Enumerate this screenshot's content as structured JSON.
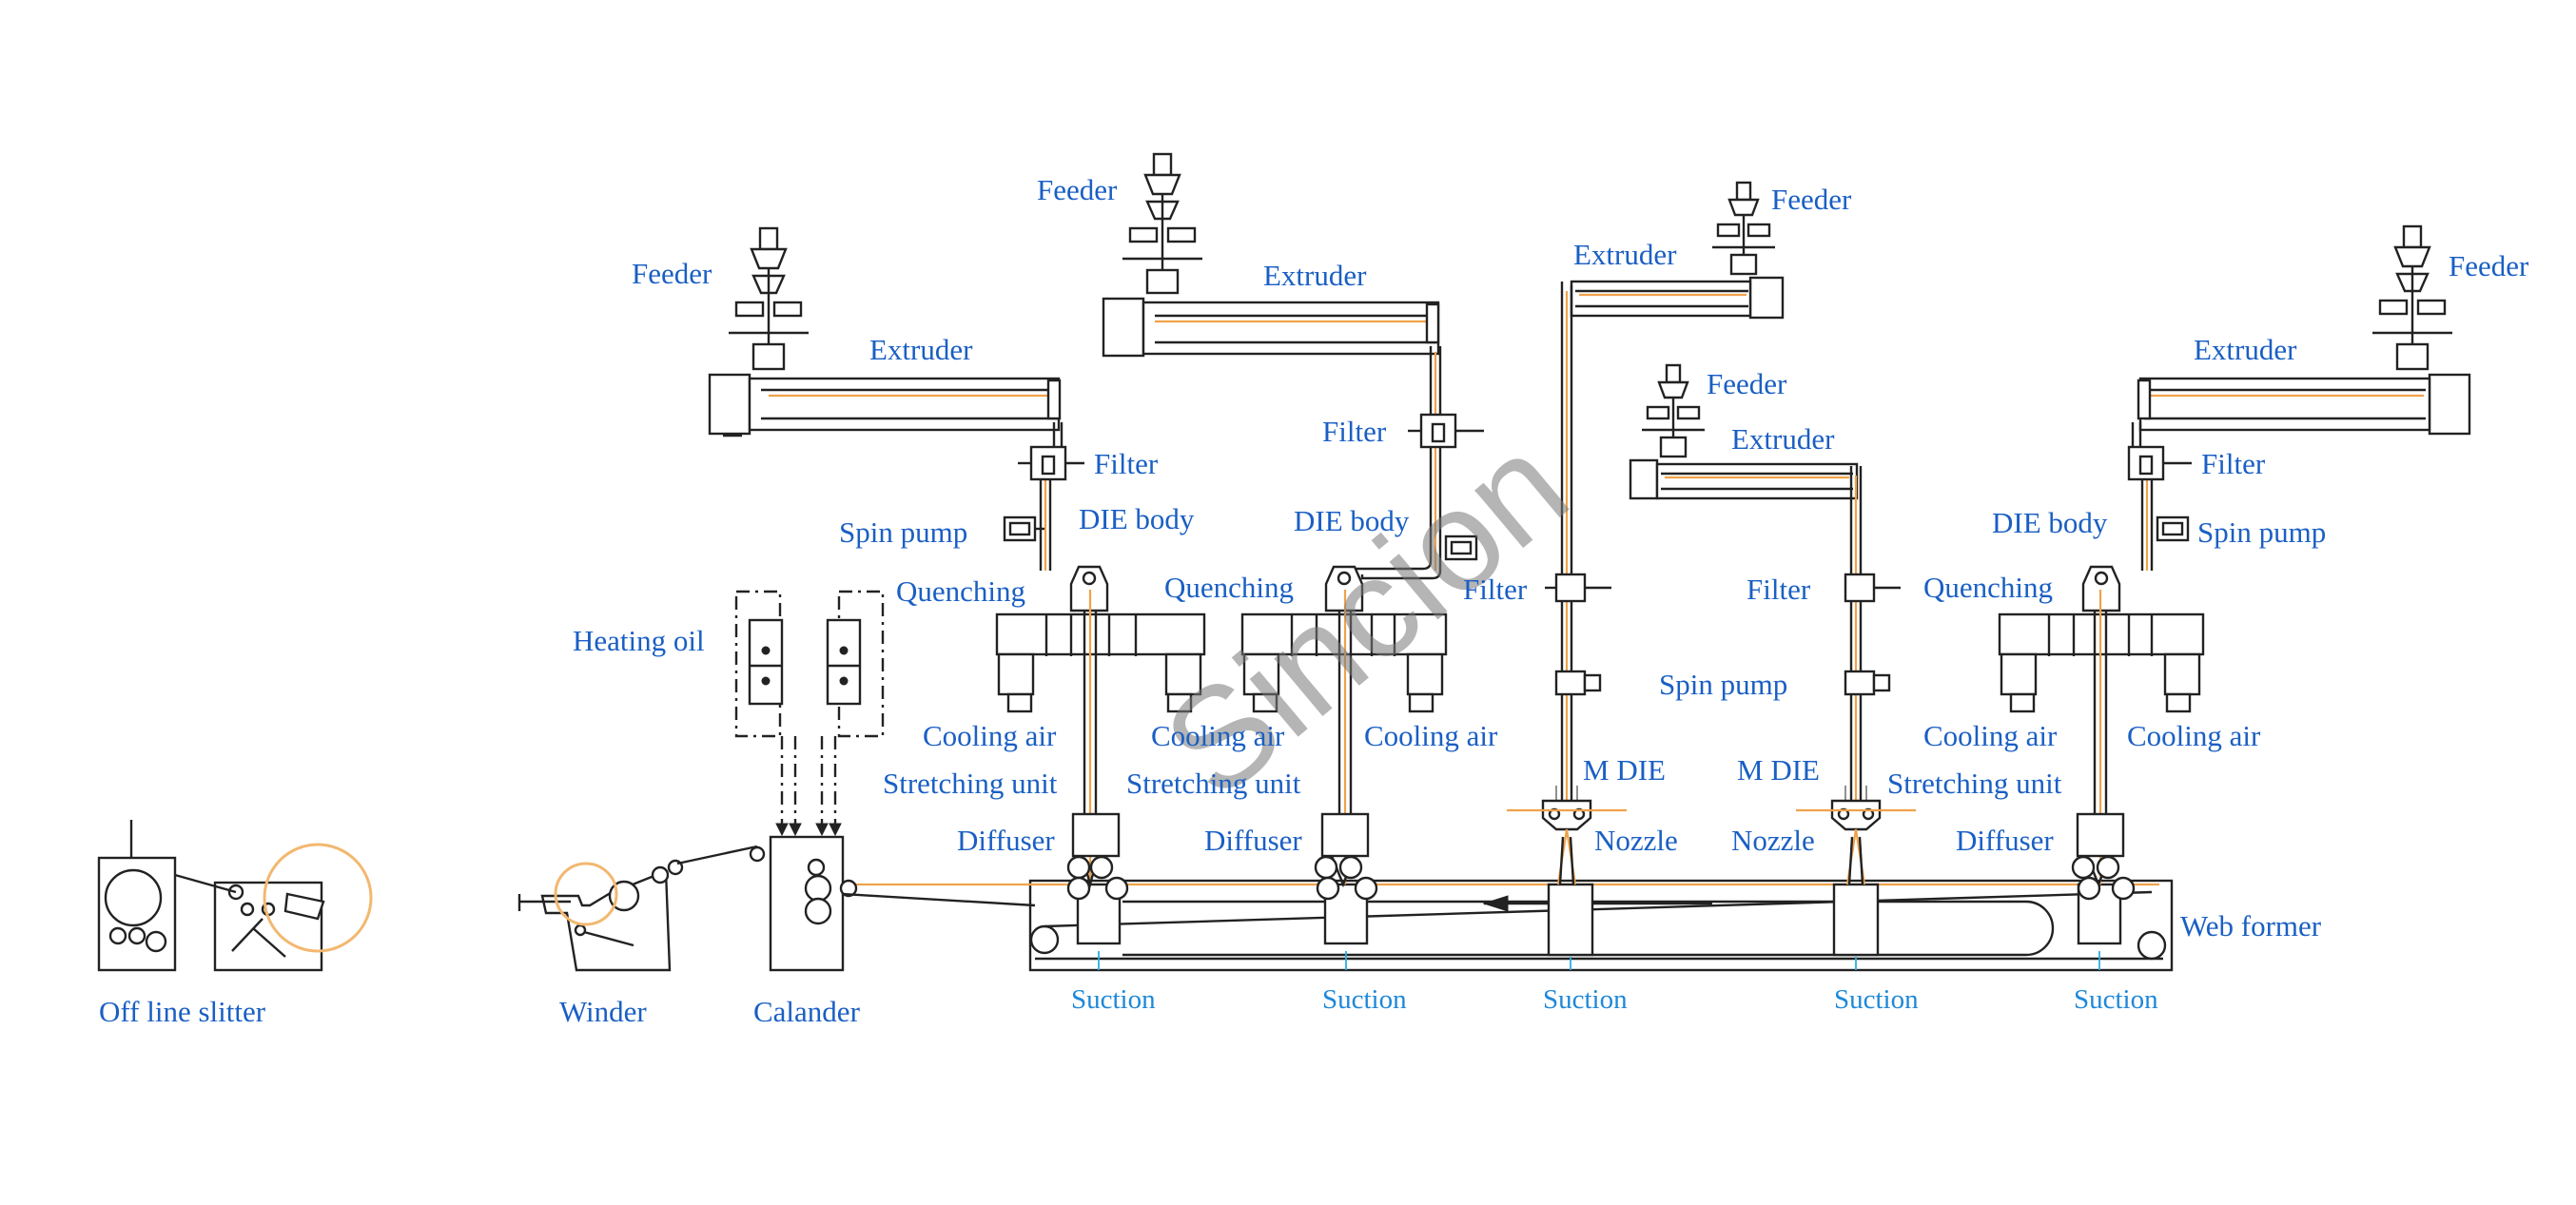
{
  "diagram": {
    "watermark": "Sincion",
    "labels": {
      "feeder_1": "Feeder",
      "feeder_2": "Feeder",
      "feeder_3": "Feeder",
      "feeder_4": "Feeder",
      "feeder_5": "Feeder",
      "extruder_1": "Extruder",
      "extruder_2": "Extruder",
      "extruder_3": "Extruder",
      "extruder_4": "Extruder",
      "extruder_5": "Extruder",
      "filter_1": "Filter",
      "filter_2": "Filter",
      "filter_3": "Filter",
      "filter_4": "Filter",
      "filter_5": "Filter",
      "spin_pump_1": "Spin pump",
      "spin_pump_2": "Spin pump",
      "spin_pump_3": "Spin pump",
      "die_body_1": "DIE body",
      "die_body_2": "DIE body",
      "die_body_3": "DIE body",
      "quenching_1": "Quenching",
      "quenching_2": "Quenching",
      "quenching_3": "Quenching",
      "cooling_air_1": "Cooling air",
      "cooling_air_2": "Cooling air",
      "cooling_air_3": "Cooling air",
      "cooling_air_4": "Cooling air",
      "cooling_air_5": "Cooling air",
      "stretching_unit_1": "Stretching unit",
      "stretching_unit_2": "Stretching unit",
      "stretching_unit_3": "Stretching unit",
      "diffuser_1": "Diffuser",
      "diffuser_2": "Diffuser",
      "diffuser_3": "Diffuser",
      "m_die_1": "M DIE",
      "m_die_2": "M DIE",
      "nozzle_1": "Nozzle",
      "nozzle_2": "Nozzle",
      "heating_oil": "Heating oil",
      "web_former": "Web former",
      "suction_1": "Suction",
      "suction_2": "Suction",
      "suction_3": "Suction",
      "suction_4": "Suction",
      "suction_5": "Suction",
      "off_line_slitter": "Off line slitter",
      "winder": "Winder",
      "calander": "Calander"
    },
    "colors": {
      "label_text": "#1a5fc4",
      "suction_text": "#1e88d8",
      "line_drawing": "#222222",
      "polymer_flow": "#f0a24a",
      "watermark": "#7a7a7a"
    }
  }
}
